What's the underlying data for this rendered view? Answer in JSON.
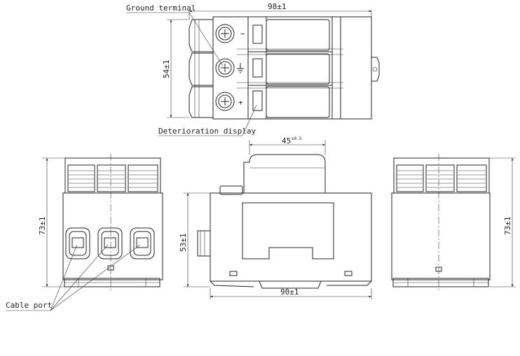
{
  "labels": {
    "ground_terminal": "Ground terminal",
    "deterioration_display": "Deterioration display",
    "cable_port": "Cable port"
  },
  "dimensions": {
    "top_width": "98±1",
    "top_height": "54±1",
    "front_height": "73±1",
    "side_top_width": "45",
    "side_top_tolerance": "±0.5",
    "side_height": "53±1",
    "side_width": "90±1",
    "back_height": "73±1"
  },
  "symbols": {
    "minus": "−",
    "plus": "+"
  }
}
